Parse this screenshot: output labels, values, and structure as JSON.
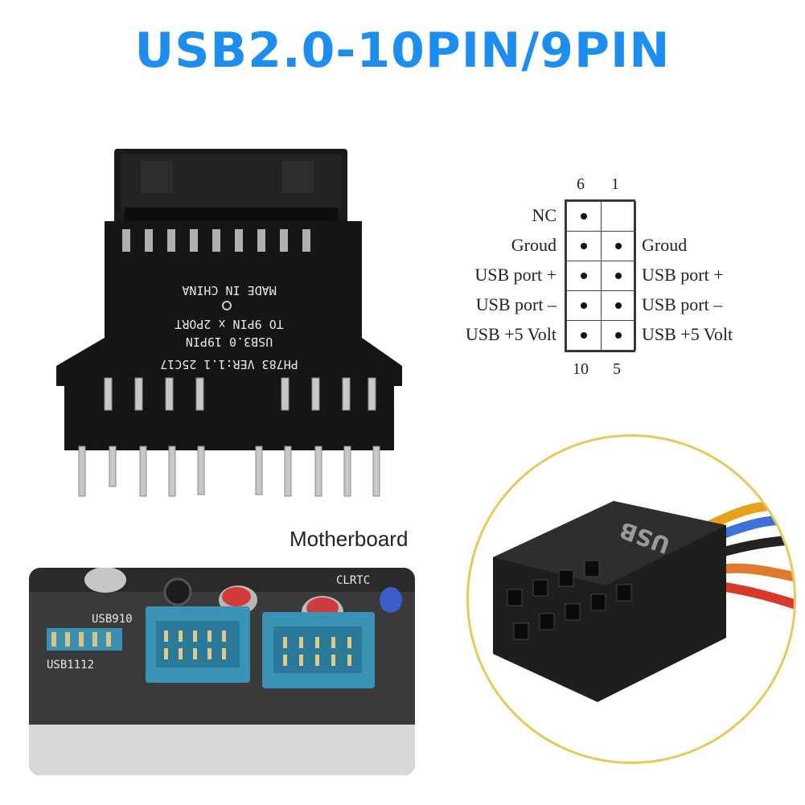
{
  "title": "USB2.0-10PIN/9PIN",
  "adapter": {
    "pcb_lines": [
      "MADE IN CHINA",
      "TO 9PIN x 2PORT",
      "USB3.0 19PIN",
      "PH783  VER:1.1  25C17"
    ]
  },
  "pinout": {
    "col_top": [
      "6",
      "1"
    ],
    "col_bottom": [
      "10",
      "5"
    ],
    "left_labels": [
      "NC",
      "Groud",
      "USB port +",
      "USB port –",
      "USB +5 Volt"
    ],
    "right_labels": [
      "Groud",
      "USB port +",
      "USB port –",
      "USB +5 Volt"
    ]
  },
  "motherboard": {
    "caption": "Motherboard",
    "silk": [
      "USB910",
      "USB1112",
      "CLRTC"
    ]
  },
  "connector": {
    "text": "USB"
  },
  "colors": {
    "title": "#1e8df0",
    "header_blue": "#3a93b5",
    "ring": "#e7c85a"
  }
}
